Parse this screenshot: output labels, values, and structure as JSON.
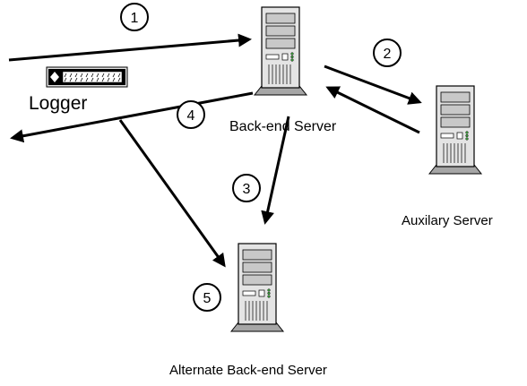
{
  "nodes": {
    "back_end_server": {
      "label": "Back-end Server"
    },
    "auxiliary_server": {
      "label": "Auxilary Server"
    },
    "alternate_server": {
      "label": "Alternate Back-end Server"
    },
    "logger": {
      "label": "Logger"
    }
  },
  "steps": [
    "1",
    "2",
    "3",
    "4",
    "5"
  ],
  "icons": {
    "server": "server-tower-icon",
    "logger": "logger-device-icon"
  },
  "colors": {
    "line": "#000000",
    "server_body": "#e4e4e4",
    "server_base": "#a6a6a6",
    "server_bay": "#c8c8c8"
  }
}
